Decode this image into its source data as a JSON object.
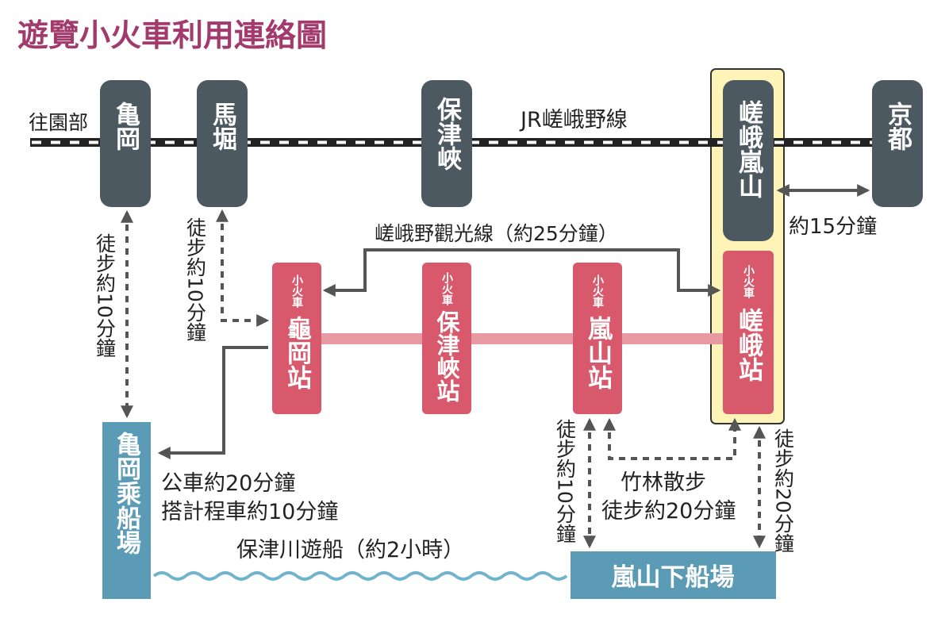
{
  "title": "遊覽小火車利用連絡圖",
  "colors": {
    "title": "#a23a6c",
    "jr_station": "#4d5961",
    "torokko_station": "#d9596c",
    "torokko_track": "#e89aa3",
    "pier": "#5b9bb6",
    "highlight_fill": "#fff4b8",
    "arrow": "#555555",
    "river": "#6fb3cc",
    "text": "#222222",
    "white": "#ffffff"
  },
  "jr_line": {
    "name": "JR嵯峨野線",
    "to_sonobe": "往園部",
    "stations": {
      "kameoka": "亀岡",
      "umahori": "馬堀",
      "hozukyo": "保津峽",
      "saga_arashiyama": "嵯峨嵐山",
      "kyoto": "京都"
    },
    "kyoto_time": "約15分鐘"
  },
  "torokko": {
    "label": "小火車",
    "line_label": "嵯峨野觀光線（約25分鐘）",
    "stations": {
      "kameoka": "龜岡站",
      "hozukyo": "保津峽站",
      "arashiyama": "嵐山站",
      "saga": "嵯峨站"
    }
  },
  "walks": {
    "kameoka_walk": "徒步約10分鐘",
    "umahori_walk": "徒步約10分鐘",
    "arashiyama_walk": "徒步約10分鐘",
    "saga_walk": "徒步約20分鐘",
    "bamboo_1": "竹林散步",
    "bamboo_2": "徒步約20分鐘"
  },
  "transfer": {
    "bus": "公車約20分鐘",
    "taxi": "搭計程車約10分鐘"
  },
  "piers": {
    "kameoka": "亀岡乘船場",
    "arashiyama": "嵐山下船場"
  },
  "boat": "保津川遊船（約2小時）"
}
